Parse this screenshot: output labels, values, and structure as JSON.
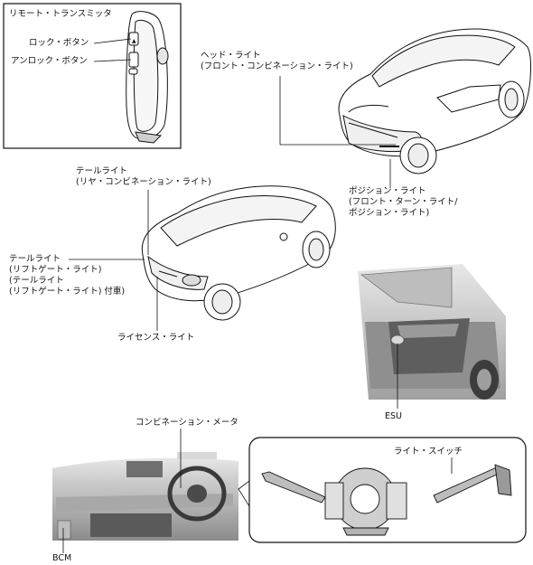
{
  "labels": {
    "remote_transmitter": "リモート・トランスミッタ",
    "lock_button": "ロック・ボタン",
    "unlock_button": "アンロック・ボタン",
    "headlight": [
      "ヘッド・ライト",
      "(フロント・コンビネーション・ライト)"
    ],
    "position_light": [
      "ポジション・ライト",
      "(フロント・ターン・ライト/",
      "ポジション・ライト)"
    ],
    "taillight_rear_combo": [
      "テールライト",
      "(リヤ・コンビネーション・ライト)"
    ],
    "taillight_liftgate": [
      "テールライト",
      "(リフトゲート・ライト)",
      "(テールライト",
      "(リフトゲート・ライト) 付車)"
    ],
    "license_light": "ライセンス・ライト",
    "esu": "ESU",
    "combination_meter": "コンビネーション・メータ",
    "light_switch": "ライト・スイッチ",
    "bcm": "BCM"
  },
  "icons": {
    "remote": "key-fob-icon",
    "front_car": "car-front-view-icon",
    "rear_car": "car-rear-view-icon",
    "liftgate": "open-liftgate-photo-icon",
    "dashboard": "dashboard-photo-icon",
    "switch": "combination-switch-icon"
  },
  "colors": {
    "line": "#111111",
    "photo_bg": "#cfcfcf",
    "photo_dark": "#7a7a7a"
  }
}
